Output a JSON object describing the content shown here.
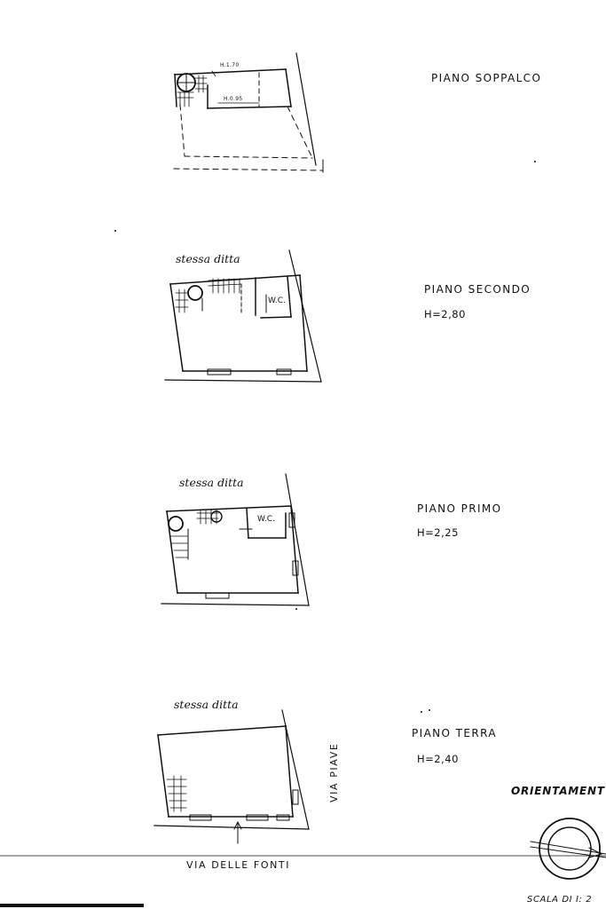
{
  "floors": [
    {
      "name": "PIANO  SOPPALCO",
      "height": "",
      "dims": [
        "H.1.70",
        "H.0.95"
      ]
    },
    {
      "name": "PIANO   SECONDO",
      "height": "H=2,80",
      "ditta": "stessa  ditta",
      "wc": "W.C."
    },
    {
      "name": "PIANO  PRIMO",
      "height": "H=2,25",
      "ditta": "stessa  ditta",
      "wc": "W.C."
    },
    {
      "name": "PIANO  TERRA",
      "height": "H=2,40",
      "ditta": "stessa  ditta"
    }
  ],
  "streets": {
    "front": "VIA  DELLE  FONTI",
    "side": "VIA  PIAVE"
  },
  "orientation_label": "ORIENTAMENT",
  "scale_label": "SCALA DI I: 2"
}
